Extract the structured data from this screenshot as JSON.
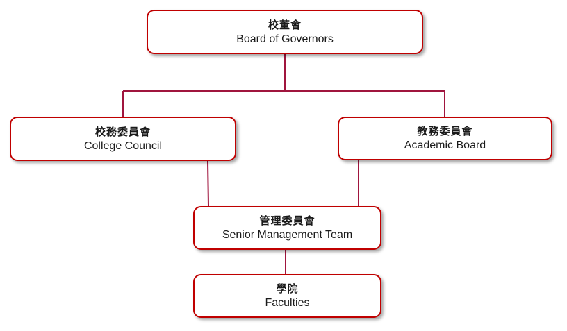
{
  "nodes": {
    "board": {
      "zh": "校董會",
      "en": "Board of Governors"
    },
    "college_council": {
      "zh": "校務委員會",
      "en": "College Council"
    },
    "academic_board": {
      "zh": "教務委員會",
      "en": "Academic Board"
    },
    "senior_management": {
      "zh": "管理委員會",
      "en": "Senior Management Team"
    },
    "faculties": {
      "zh": "學院",
      "en": "Faculties"
    }
  },
  "colors": {
    "box_border": "#c00000",
    "connector": "#a0153e",
    "text": "#1a1a1a"
  }
}
